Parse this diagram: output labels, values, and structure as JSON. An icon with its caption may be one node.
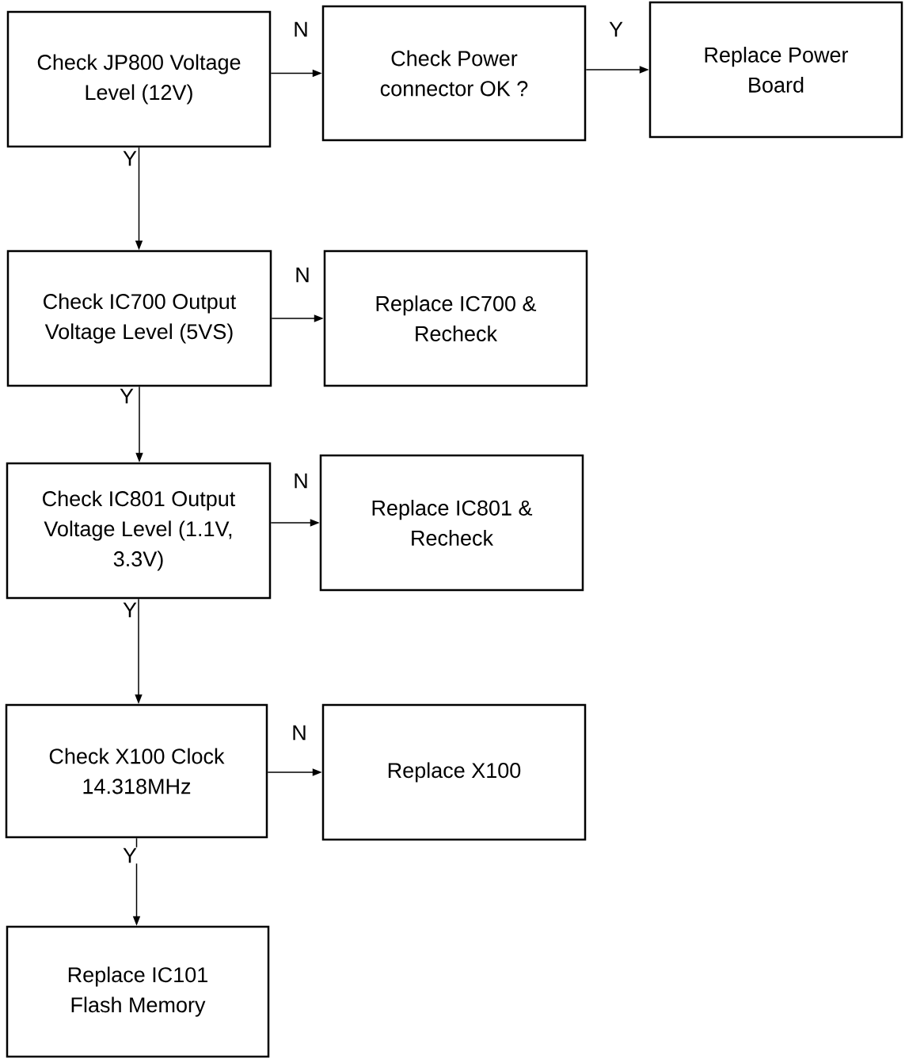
{
  "diagram": {
    "nodes": [
      {
        "text": [
          "Check JP800 Voltage Level (12V)"
        ]
      },
      {
        "text": [
          "Check Power connector OK ?"
        ]
      },
      {
        "text": [
          "Replace Power Board"
        ]
      },
      {
        "text": [
          "Check IC700 Output Voltage Level (5VS)"
        ]
      },
      {
        "text": [
          "Replace IC700 & Recheck"
        ]
      },
      {
        "text": [
          "Check IC801 Output Voltage Level (1.1V, 3.3V)"
        ]
      },
      {
        "text": [
          "Replace IC801 & Recheck"
        ]
      },
      {
        "text": [
          "Check X100 Clock 14.318MHz"
        ]
      },
      {
        "text": [
          "Replace X100"
        ]
      },
      {
        "text": [
          "Replace IC101 Flash Memory"
        ]
      }
    ],
    "edges": [
      {
        "from": 0,
        "to": 1,
        "arrow": "to",
        "label": "N"
      },
      {
        "from": 1,
        "to": 2,
        "arrow": "to",
        "label": "Y"
      },
      {
        "from": 0,
        "to": 3,
        "arrow": "to",
        "label": "Y"
      },
      {
        "from": 3,
        "to": 4,
        "arrow": "to",
        "label": "N"
      },
      {
        "from": 3,
        "to": 5,
        "arrow": "to",
        "label": "Y"
      },
      {
        "from": 5,
        "to": 6,
        "arrow": "to",
        "label": "N"
      },
      {
        "from": 5,
        "to": 7,
        "arrow": "to",
        "label": "Y"
      },
      {
        "from": 7,
        "to": 8,
        "arrow": "to",
        "label": "N"
      },
      {
        "from": 7,
        "to": 9,
        "arrow": "to",
        "label": "Y"
      }
    ]
  }
}
